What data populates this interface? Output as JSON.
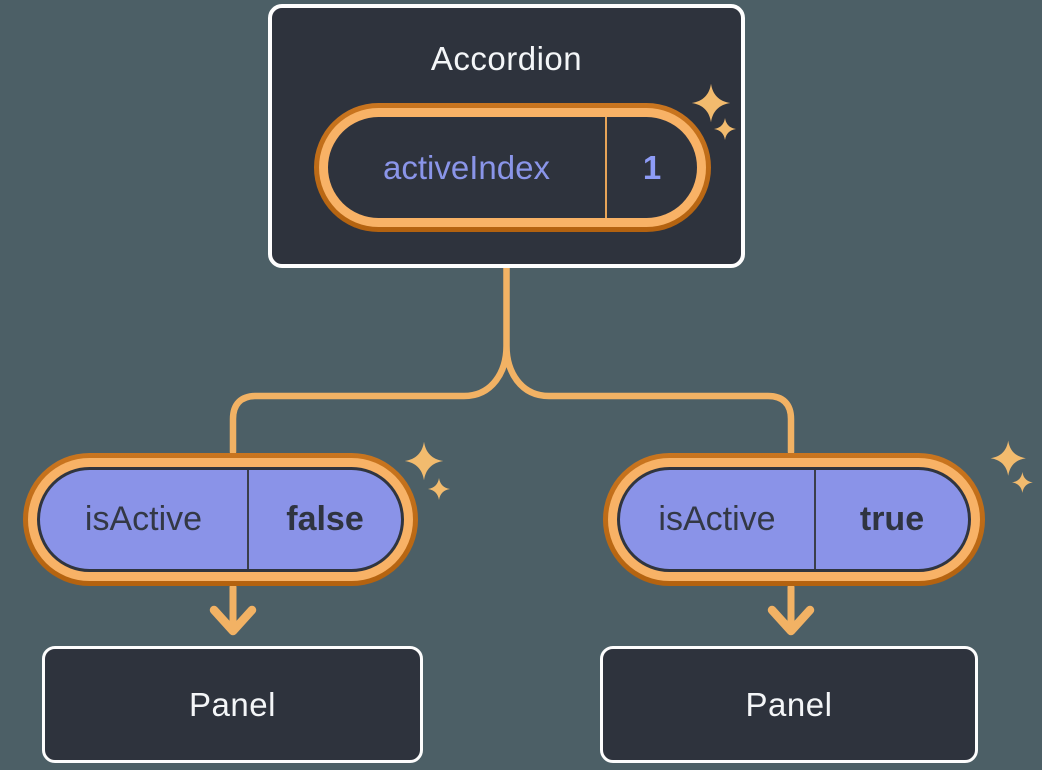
{
  "diagram": {
    "description": "React state tree: Accordion parent holds state, passes props to two Panels",
    "background_color": "#4C5F66",
    "card_color": "#2E333D",
    "card_border_color": "#FEFEFE",
    "connector_color": "#F2B264",
    "sparkle_color": "#F2BB6E",
    "ring_outer_color": "#BF6A18",
    "ring_inner_color": "#F8B266",
    "pill_purple_color": "#8A93E8",
    "state_text_color": "#8A95E9",
    "dark_text_color": "#30353F",
    "sparkle_icon_glyph": "✦",
    "root": {
      "title": "Accordion",
      "state": {
        "name": "activeIndex",
        "value": "1"
      }
    },
    "branches": [
      {
        "prop": {
          "name": "isActive",
          "value": "false"
        },
        "child": {
          "title": "Panel"
        }
      },
      {
        "prop": {
          "name": "isActive",
          "value": "true"
        },
        "child": {
          "title": "Panel"
        }
      }
    ]
  }
}
